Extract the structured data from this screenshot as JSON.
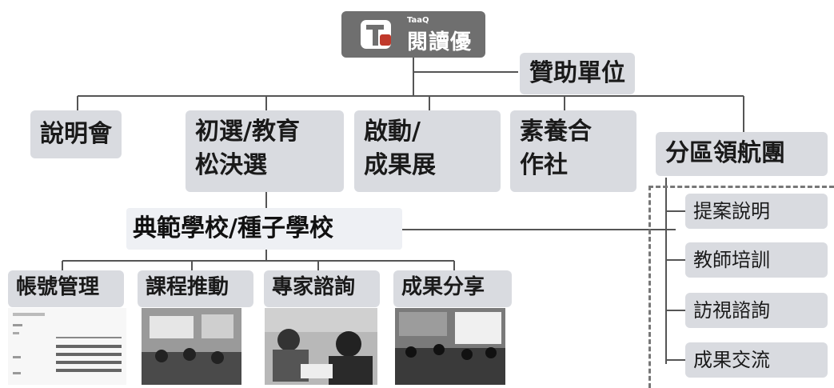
{
  "root": {
    "brand": "TaaQ",
    "name": "閱讀優",
    "logo_letter": "T"
  },
  "sponsor": "贊助單位",
  "level1": [
    "說明會",
    "初選/教育\n松決選",
    "啟動/\n成果展",
    "素養合\n作社",
    "分區領航團"
  ],
  "model_school": "典範學校/種子學校",
  "level3": [
    "帳號管理",
    "課程推動",
    "專家諮詢",
    "成果分享"
  ],
  "regional": [
    "提案說明",
    "教師培訓",
    "訪視諮詢",
    "成果交流"
  ],
  "colors": {
    "box": "#d9dbe0",
    "root": "#6f6f6f",
    "lines": "#555555",
    "dashed": "#777777"
  }
}
